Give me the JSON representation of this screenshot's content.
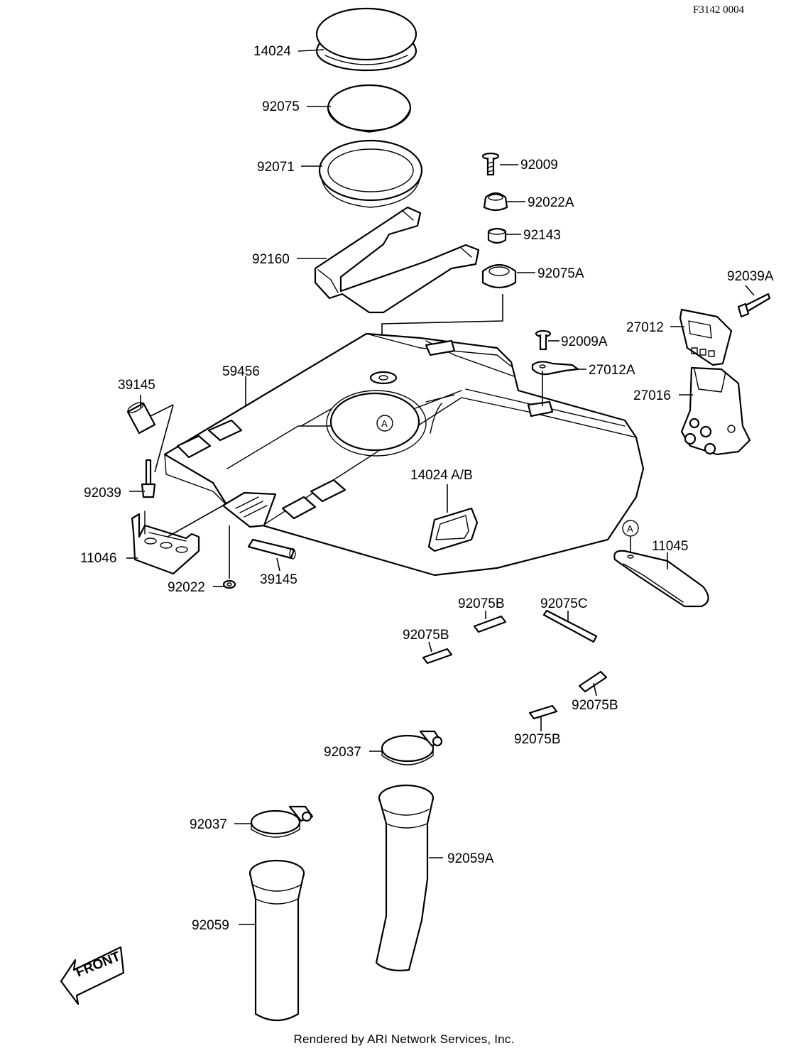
{
  "diagram_code": "F3142 0004",
  "footer": "Rendered by ARI Network Services, Inc.",
  "front_label": "FRONT",
  "reference_marker": "A",
  "parts": {
    "p14024": "14024",
    "p92075": "92075",
    "p92071": "92071",
    "p92160": "92160",
    "p92009": "92009",
    "p92022A": "92022A",
    "p92143": "92143",
    "p92075A": "92075A",
    "p92039A": "92039A",
    "p27012": "27012",
    "p92009A": "92009A",
    "p27012A": "27012A",
    "p27016": "27016",
    "p59456": "59456",
    "p39145_top": "39145",
    "p92039": "92039",
    "p11046": "11046",
    "p92022": "92022",
    "p39145_bottom": "39145",
    "p14024AB": "14024 A/B",
    "p11045": "11045",
    "p92075B_1": "92075B",
    "p92075C": "92075C",
    "p92075B_2": "92075B",
    "p92075B_3": "92075B",
    "p92075B_4": "92075B",
    "p92037_1": "92037",
    "p92037_2": "92037",
    "p92059A": "92059A",
    "p92059": "92059"
  }
}
